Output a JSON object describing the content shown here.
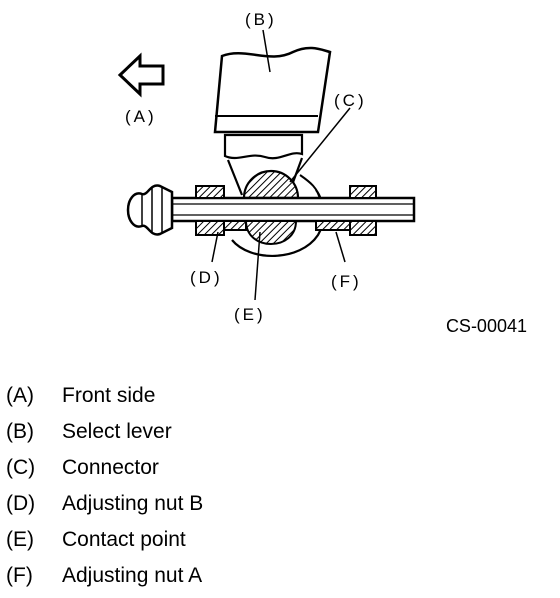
{
  "diagram": {
    "callouts": {
      "a": "(A)",
      "b": "(B)",
      "c": "(C)",
      "d": "(D)",
      "e": "(E)",
      "f": "(F)"
    },
    "figure_code": "CS-00041"
  },
  "legend": {
    "items": [
      {
        "key": "(A)",
        "text": "Front side"
      },
      {
        "key": "(B)",
        "text": "Select lever"
      },
      {
        "key": "(C)",
        "text": "Connector"
      },
      {
        "key": "(D)",
        "text": "Adjusting nut B"
      },
      {
        "key": "(E)",
        "text": "Contact point"
      },
      {
        "key": "(F)",
        "text": "Adjusting nut A"
      }
    ]
  },
  "colors": {
    "ink": "#000000",
    "paper": "#ffffff"
  }
}
